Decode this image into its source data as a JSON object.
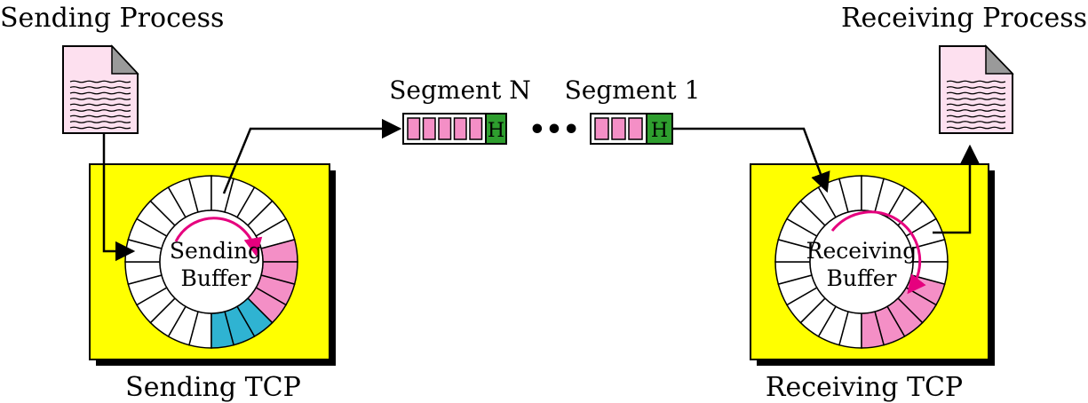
{
  "labels": {
    "sending_process": "Sending Process",
    "receiving_process": "Receiving Process",
    "sending_tcp": "Sending TCP",
    "receiving_tcp": "Receiving TCP",
    "sending_buffer_line1": "Sending",
    "sending_buffer_line2": "Buffer",
    "receiving_buffer_line1": "Receiving",
    "receiving_buffer_line2": "Buffer",
    "segment_n": "Segment N",
    "segment_1": "Segment 1",
    "header": "H",
    "ellipsis": "•••"
  },
  "buffers": {
    "sending": {
      "slots": 24,
      "filled": [
        "blank",
        "blank",
        "blank",
        "blank",
        "blank",
        "blank",
        "blank",
        "blank",
        "blank",
        "blank",
        "blank",
        "blank",
        "blank",
        "blank",
        "blank",
        "blank",
        "blank",
        "pink",
        "pink",
        "pink",
        "pink",
        "blue",
        "blue",
        "blue"
      ]
    },
    "receiving": {
      "slots": 24,
      "filled": [
        "blank",
        "blank",
        "blank",
        "blank",
        "blank",
        "blank",
        "blank",
        "blank",
        "blank",
        "blank",
        "blank",
        "blank",
        "blank",
        "blank",
        "blank",
        "blank",
        "blank",
        "blank",
        "blank",
        "pink",
        "pink",
        "pink",
        "pink",
        "pink"
      ]
    }
  },
  "segments": {
    "segment_n_data_cells": 5,
    "segment_1_data_cells": 3
  },
  "colors": {
    "tcp_box": "#ffff00",
    "pink": "#f48fc6",
    "blue": "#2fb3d2",
    "header_green": "#2e9e2e",
    "arrow_accent": "#e6007e",
    "document": "#fde0ef"
  }
}
